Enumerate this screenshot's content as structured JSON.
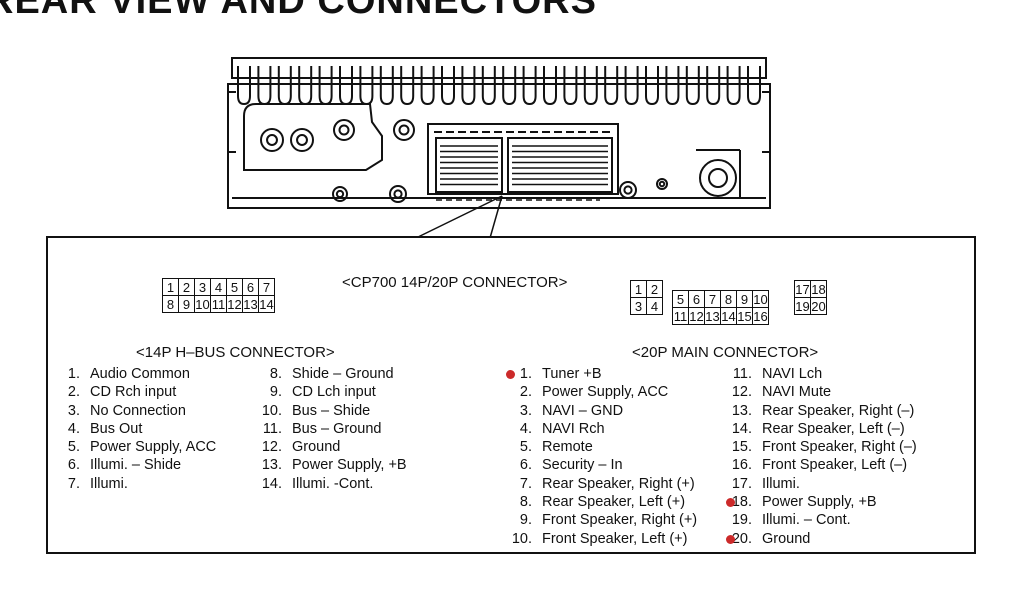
{
  "page_title": "REAR VIEW AND CONNECTORS",
  "main_title": "<CP700 14P/20P CONNECTOR>",
  "hbus": {
    "title": "<14P H–BUS CONNECTOR>",
    "grid": [
      [
        "1",
        "2",
        "3",
        "4",
        "5",
        "6",
        "7"
      ],
      [
        "8",
        "9",
        "10",
        "11",
        "12",
        "13",
        "14"
      ]
    ],
    "col1": [
      {
        "num": "1.",
        "label": "Audio Common"
      },
      {
        "num": "2.",
        "label": "CD Rch input"
      },
      {
        "num": "3.",
        "label": "No Connection"
      },
      {
        "num": "4.",
        "label": "Bus Out"
      },
      {
        "num": "5.",
        "label": "Power Supply, ACC"
      },
      {
        "num": "6.",
        "label": "Illumi. – Shide"
      },
      {
        "num": "7.",
        "label": "Illumi."
      }
    ],
    "col2": [
      {
        "num": "8.",
        "label": "Shide – Ground"
      },
      {
        "num": "9.",
        "label": "CD Lch input"
      },
      {
        "num": "10.",
        "label": "Bus – Shide"
      },
      {
        "num": "11.",
        "label": "Bus – Ground"
      },
      {
        "num": "12.",
        "label": "Ground"
      },
      {
        "num": "13.",
        "label": "Power Supply, +B"
      },
      {
        "num": "14.",
        "label": "Illumi. -Cont."
      }
    ]
  },
  "main": {
    "title": "<20P MAIN CONNECTOR>",
    "grid_left": [
      [
        "1",
        "2"
      ],
      [
        "3",
        "4"
      ]
    ],
    "grid_mid": [
      [
        "5",
        "6",
        "7",
        "8",
        "9",
        "10"
      ],
      [
        "11",
        "12",
        "13",
        "14",
        "15",
        "16"
      ]
    ],
    "grid_right": [
      [
        "17",
        "18"
      ],
      [
        "19",
        "20"
      ]
    ],
    "col1": [
      {
        "num": "1.",
        "label": "Tuner +B",
        "marked": true
      },
      {
        "num": "2.",
        "label": "Power Supply, ACC"
      },
      {
        "num": "3.",
        "label": "NAVI – GND"
      },
      {
        "num": "4.",
        "label": "NAVI Rch"
      },
      {
        "num": "5.",
        "label": "Remote"
      },
      {
        "num": "6.",
        "label": "Security – In"
      },
      {
        "num": "7.",
        "label": "Rear Speaker, Right (+)"
      },
      {
        "num": "8.",
        "label": "Rear Speaker, Left (+)"
      },
      {
        "num": "9.",
        "label": "Front Speaker, Right (+)"
      },
      {
        "num": "10.",
        "label": "Front Speaker, Left (+)"
      }
    ],
    "col2": [
      {
        "num": "11.",
        "label": "NAVI Lch"
      },
      {
        "num": "12.",
        "label": "NAVI Mute"
      },
      {
        "num": "13.",
        "label": "Rear Speaker, Right (–)"
      },
      {
        "num": "14.",
        "label": "Rear Speaker, Left (–)"
      },
      {
        "num": "15.",
        "label": "Front Speaker, Right (–)"
      },
      {
        "num": "16.",
        "label": "Front Speaker, Left (–)"
      },
      {
        "num": "17.",
        "label": "Illumi."
      },
      {
        "num": "18.",
        "label": "Power Supply, +B",
        "marked": true
      },
      {
        "num": "19.",
        "label": "Illumi. – Cont."
      },
      {
        "num": "20.",
        "label": "Ground",
        "marked": true
      }
    ]
  },
  "colors": {
    "marker": "#cc2a2a",
    "ink": "#111111"
  }
}
